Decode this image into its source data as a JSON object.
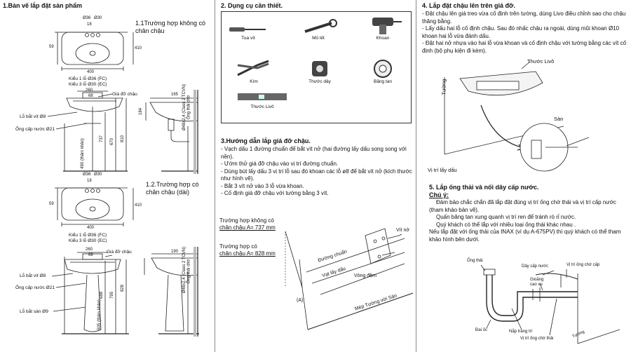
{
  "section1": {
    "title": "1.Bản vẽ lắp đặt sản phẩm",
    "case_a": "1.1Trường hợp không có\nchân chậu",
    "case_b": "1.2.Trường hợp có\nchân chậu (dài)",
    "dims_a": {
      "w400": "400",
      "h410": "410",
      "d59": "59",
      "d18": "18",
      "d36": "Ø36",
      "d30": "Ø30",
      "w260": "260",
      "w68": "68",
      "d165": "165",
      "d184": "184",
      "d737": "737",
      "d670": "670",
      "d810": "810",
      "d490": "490 (thâm khảo)"
    },
    "faucet_a": "Kiểu 1 lỗ Ø36 (FC)\nKiểu 3 lỗ Ø30 (EC)",
    "faucet_b": "Kiểu 1 lỗ Ø36 (FC)\nKiểu 3 lỗ Ø30 (EC)",
    "labels_a": {
      "bracket": "Giá đỡ chậu",
      "screw_hole": "Lỗ bắt vít Ø8",
      "supply": "Ống cấp nước Ø21",
      "drain": "Ø48x2.4 (Class 2 TCVN)",
      "waste": "Ống thải chờ"
    },
    "dims_b": {
      "w400": "400",
      "h410": "410",
      "d59": "59",
      "d18": "18",
      "d36": "Ø36",
      "d30": "Ø30",
      "w260": "260",
      "w68": "68",
      "d190": "190",
      "d828": "828",
      "d795": "795",
      "d688": "688",
      "d505": "505 (thâm khảo)"
    },
    "labels_b": {
      "bracket": "Giá đỡ chậu",
      "screw_hole": "Lỗ bắt vít Ø8",
      "supply": "Ống cấp nước Ø21",
      "floor": "Lỗ bắt sàn Ø9",
      "drain": "Ø48x2.4 (Class 2 TCVN)",
      "waste": "Ống thải chờ"
    }
  },
  "section2": {
    "title": "2. Dụng cụ cần thiết.",
    "tools": [
      {
        "name": "Tua vít",
        "icon": "screwdriver-icon"
      },
      {
        "name": "Mỏ lết",
        "icon": "wrench-icon"
      },
      {
        "name": "Khoan",
        "icon": "drill-icon"
      },
      {
        "name": "Kìm",
        "icon": "pliers-icon"
      },
      {
        "name": "Thước dây",
        "icon": "tape-measure-icon"
      },
      {
        "name": "Băng tan",
        "icon": "tape-roll-icon"
      },
      {
        "name": "Thước Livô",
        "icon": "level-icon"
      }
    ]
  },
  "section3": {
    "title": "3.Hướng dẫn lắp giá đỡ chậu.",
    "steps": [
      "- Vạch dấu 1 đường chuẩn để bắt vít nở (hai đường lấy dấu song song với nền).",
      "- Ướm thử giá đỡ chậu vào vị trí đường chuẩn.",
      "- Dùng bút lấy dấu 3 vị trí lỗ sau đó khoan các lỗ ø8 để bắt vít nở (kích thước như hình vẽ).",
      "- Bắt 3 vít nở vào 3 lỗ vừa khoan.",
      "- Cố định giá đỡ chậu với tường bằng 3 vít."
    ],
    "case_no_pedestal": "Trường hợp không có",
    "case_no_pedestal_value": "chân chậu A= 737 mm",
    "case_pedestal": "Trường hợp có",
    "case_pedestal_value": "chân chậu A= 828 mm",
    "labels": {
      "screw": "Vít nở",
      "ref_line": "Đường chuẩn",
      "mark_pos": "Vạt lấy dấu",
      "washer": "Vòng đệm",
      "wall_edge": "Mép Tường với Sàn",
      "a": "(A)"
    }
  },
  "section4": {
    "title": "4. Lắp đặt chậu lên trên giá đỡ.",
    "steps": [
      "- Đặt chậu lên giá treo vừa cố định trên tường, dùng Livo điều chỉnh sao cho chậu thăng bằng.",
      "- Lấy dấu hai lỗ cố định chậu. Sau đó nhấc chậu ra ngoài, dùng mũi khoan Ø10 khoan hai lỗ vừa đánh dấu.",
      "- Đặt hai nở nhựa vào hai lỗ vừa khoan và cố định chậu với tường bằng các vít cố định (bộ phụ kiện đi kèm)."
    ],
    "labels": {
      "level": "Thước Livô",
      "wall": "Tường",
      "floor": "Sàn",
      "mark": "Vị trí lấy dấu"
    }
  },
  "section5": {
    "title": "5. Lắp ống thải và nối dây cấp nước.",
    "note_label": "Chú ý:",
    "notes": [
      "Đảm bảo chắc chắn đã lắp đặt đúng vị trí ống chờ thải và vị trí cấp nước (tham khảo bản vẽ).",
      "Quấn băng tan xung quanh vị trí ren để tránh rò rỉ nước.",
      "Quý khách có thể lắp với nhiều loại ống thải khác nhau .",
      "Nếu lắp đặt với ống thải của INAX (ví dụ A-675PV) thì quý khách có thể tham khảo hình bên dưới."
    ],
    "labels": {
      "drain_pipe": "Ống thải",
      "supply_hose": "Dây cấp nước",
      "supply_pos": "Vị trí ống chờ cấp",
      "rubber": "Gioăng\ncao su",
      "nut": "Đai ốc",
      "cover": "Nắp trang trí",
      "waste_pos": "Vị trí ống chờ thải",
      "wall": "Tường"
    }
  }
}
